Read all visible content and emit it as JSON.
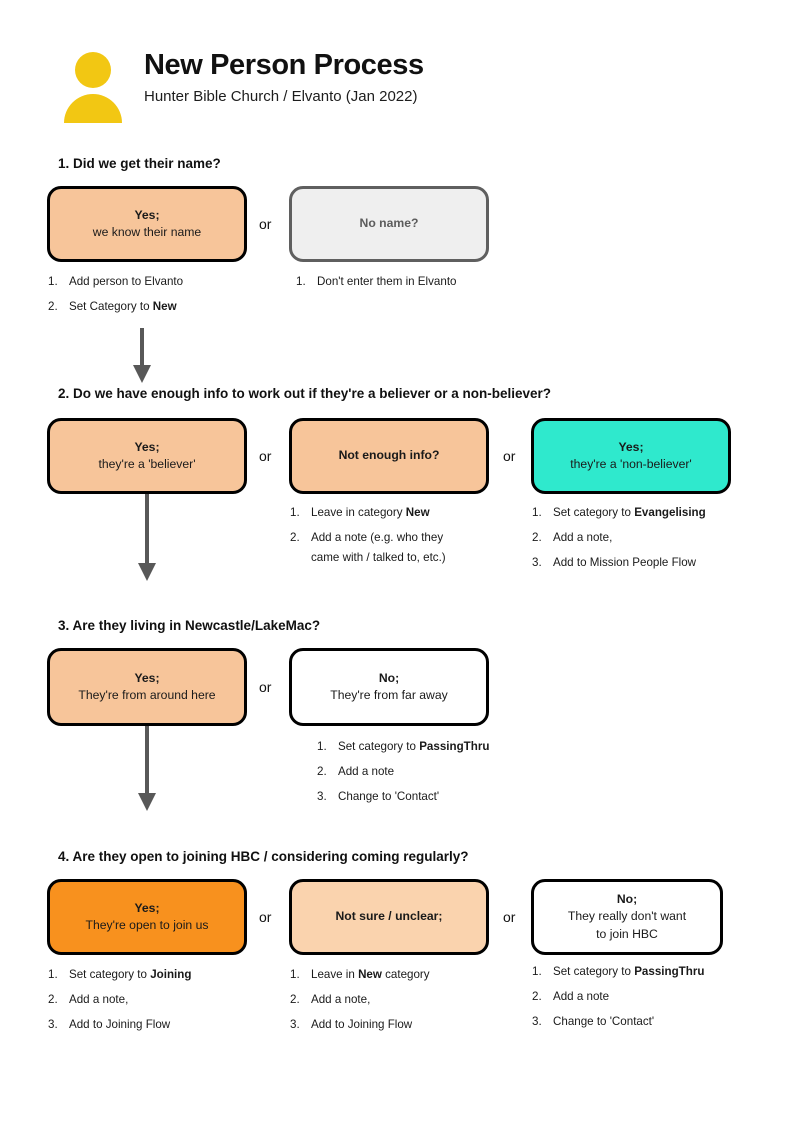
{
  "header": {
    "icon": "person-icon",
    "title": "New Person Process",
    "subtitle": "Hunter Bible Church / Elvanto (Jan 2022)"
  },
  "separator_label": "or",
  "colors": {
    "peach": "#F7C59A",
    "peach_light": "#FAD3AE",
    "teal": "#2FE9CD",
    "orange": "#F8911E",
    "gray_fill": "#EFEFEF",
    "gray_border": "#5F5F5F",
    "arrow": "#585858",
    "icon_yellow": "#F2C713",
    "white": "#FFFFFF",
    "black": "#000000"
  },
  "sections": [
    {
      "heading": "1. Did we get their name?",
      "options": [
        {
          "line1": "Yes;",
          "line2": "we know their name",
          "style": "peach",
          "steps": [
            {
              "num": "1.",
              "text": "Add person to Elvanto"
            },
            {
              "num": "2.",
              "text": "Set Category to ",
              "bold": "New"
            }
          ]
        },
        {
          "line1": "No name?",
          "line2": "",
          "style": "gray",
          "steps": [
            {
              "num": "1.",
              "text": "Don't enter them in Elvanto"
            }
          ]
        }
      ]
    },
    {
      "heading": "2. Do we have enough info to work out if they're a believer or a non-believer?",
      "options": [
        {
          "line1": "Yes;",
          "line2": "they're a 'believer'",
          "style": "peach",
          "steps": []
        },
        {
          "line1": "Not enough info?",
          "line2": "",
          "style": "peach",
          "steps": [
            {
              "num": "1.",
              "text": "Leave in category ",
              "bold": "New"
            },
            {
              "num": "2.",
              "text": "Add a note (e.g. who they",
              "cont": "came with / talked to, etc.)"
            }
          ]
        },
        {
          "line1": "Yes;",
          "line2": "they're a 'non-believer'",
          "style": "teal",
          "steps": [
            {
              "num": "1.",
              "text": "Set category to ",
              "bold": "Evangelising"
            },
            {
              "num": "2.",
              "text": "Add a note,"
            },
            {
              "num": "3.",
              "text": "Add to Mission People Flow"
            }
          ]
        }
      ]
    },
    {
      "heading": "3. Are they living in Newcastle/LakeMac?",
      "options": [
        {
          "line1": "Yes;",
          "line2": "They're from around here",
          "style": "peach",
          "steps": []
        },
        {
          "line1": "No;",
          "line2": "They're from far away",
          "style": "white",
          "steps": [
            {
              "num": "1.",
              "text": "Set category to ",
              "bold": "PassingThru"
            },
            {
              "num": "2.",
              "text": "Add a note"
            },
            {
              "num": "3.",
              "text": "Change to 'Contact'"
            }
          ]
        }
      ]
    },
    {
      "heading": "4. Are they open to joining HBC / considering coming regularly?",
      "options": [
        {
          "line1": "Yes;",
          "line2": "They're open to join us",
          "style": "orange",
          "steps": [
            {
              "num": "1.",
              "text": "Set category to ",
              "bold": "Joining"
            },
            {
              "num": "2.",
              "text": "Add a note,"
            },
            {
              "num": "3.",
              "text": "Add to Joining Flow"
            }
          ]
        },
        {
          "line1": "Not sure / unclear;",
          "line2": "",
          "style": "peach-light",
          "steps": [
            {
              "num": "1.",
              "text": "Leave in ",
              "bold": "New",
              "text2": " category"
            },
            {
              "num": "2.",
              "text": "Add a note,"
            },
            {
              "num": "3.",
              "text": "Add to Joining Flow"
            }
          ]
        },
        {
          "line1": "No;",
          "line2": "They really don't want",
          "line3": "to join HBC",
          "style": "white",
          "steps": [
            {
              "num": "1.",
              "text": "Set category to ",
              "bold": "PassingThru"
            },
            {
              "num": "2.",
              "text": "Add a note"
            },
            {
              "num": "3.",
              "text": "Change to 'Contact'"
            }
          ]
        }
      ]
    }
  ]
}
